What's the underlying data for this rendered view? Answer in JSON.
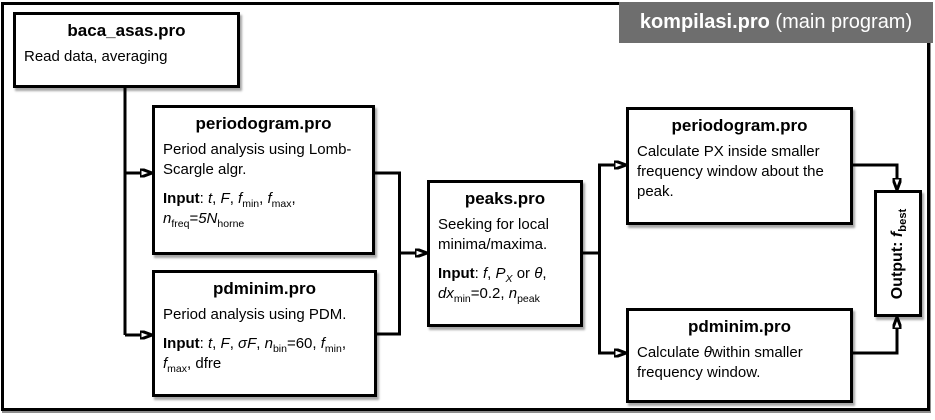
{
  "colors": {
    "header_bg": "#6e6e6e",
    "header_fg": "#ffffff",
    "line": "#000000",
    "box_bg": "#ffffff",
    "canvas_bg": "#ffffff"
  },
  "header": {
    "program": "kompilasi.pro",
    "suffix": " (main program)"
  },
  "boxes": {
    "baca_asas": {
      "title": "baca_asas.pro",
      "desc": [
        {
          "t": "Read data, averaging"
        }
      ]
    },
    "periodogram_left": {
      "title": "periodogram.pro",
      "desc": [
        {
          "t": "Period analysis using Lomb-Scargle algr."
        }
      ],
      "input": [
        {
          "t": "Input",
          "b": 1
        },
        {
          "t": ": "
        },
        {
          "t": "t",
          "i": 1
        },
        {
          "t": ", "
        },
        {
          "t": "F",
          "i": 1
        },
        {
          "t": ", "
        },
        {
          "t": "f",
          "i": 1
        },
        {
          "t": "min",
          "sub": 1
        },
        {
          "t": ", "
        },
        {
          "t": "f",
          "i": 1
        },
        {
          "t": "max",
          "sub": 1
        },
        {
          "t": ", "
        },
        {
          "t": "n",
          "i": 1
        },
        {
          "t": "freq",
          "sub": 1
        },
        {
          "t": "="
        },
        {
          "t": "5N",
          "i": 1
        },
        {
          "t": "horne",
          "sub": 1
        }
      ]
    },
    "pdminim_left": {
      "title": "pdminim.pro",
      "desc": [
        {
          "t": "Period analysis using PDM."
        }
      ],
      "input": [
        {
          "t": "Input",
          "b": 1
        },
        {
          "t": ": "
        },
        {
          "t": "t",
          "i": 1
        },
        {
          "t": ", "
        },
        {
          "t": "F",
          "i": 1
        },
        {
          "t": ", "
        },
        {
          "t": "σF",
          "i": 1
        },
        {
          "t": ", "
        },
        {
          "t": "n",
          "i": 1
        },
        {
          "t": "bin",
          "sub": 1
        },
        {
          "t": "=60, "
        },
        {
          "t": "f",
          "i": 1
        },
        {
          "t": "min",
          "sub": 1
        },
        {
          "t": ", "
        },
        {
          "t": "f",
          "i": 1
        },
        {
          "t": "max",
          "sub": 1
        },
        {
          "t": ", dfre"
        }
      ]
    },
    "peaks": {
      "title": "peaks.pro",
      "desc": [
        {
          "t": "Seeking for local minima/maxima."
        }
      ],
      "input": [
        {
          "t": "Input",
          "b": 1
        },
        {
          "t": ": "
        },
        {
          "t": "f",
          "i": 1
        },
        {
          "t": ", "
        },
        {
          "t": "P",
          "i": 1
        },
        {
          "t": "X",
          "sub": 1,
          "i": 1
        },
        {
          "t": " or "
        },
        {
          "t": "θ",
          "i": 1
        },
        {
          "t": ", "
        },
        {
          "t": "dx",
          "i": 1
        },
        {
          "t": "min",
          "sub": 1
        },
        {
          "t": "=0.2, "
        },
        {
          "t": "n",
          "i": 1
        },
        {
          "t": "peak",
          "sub": 1
        }
      ]
    },
    "periodogram_right": {
      "title": "periodogram.pro",
      "desc": [
        {
          "t": "Calculate PX inside smaller frequency window about the peak."
        }
      ]
    },
    "pdminim_right": {
      "title": "pdminim.pro",
      "desc": [
        {
          "t": "Calculate "
        },
        {
          "t": "θ",
          "i": 1
        },
        {
          "t": "within smaller frequency window."
        }
      ]
    },
    "output": {
      "label": [
        {
          "t": "Output: ",
          "b": 1
        },
        {
          "t": "f",
          "i": 1
        },
        {
          "t": "best",
          "sub": 1
        }
      ]
    }
  }
}
